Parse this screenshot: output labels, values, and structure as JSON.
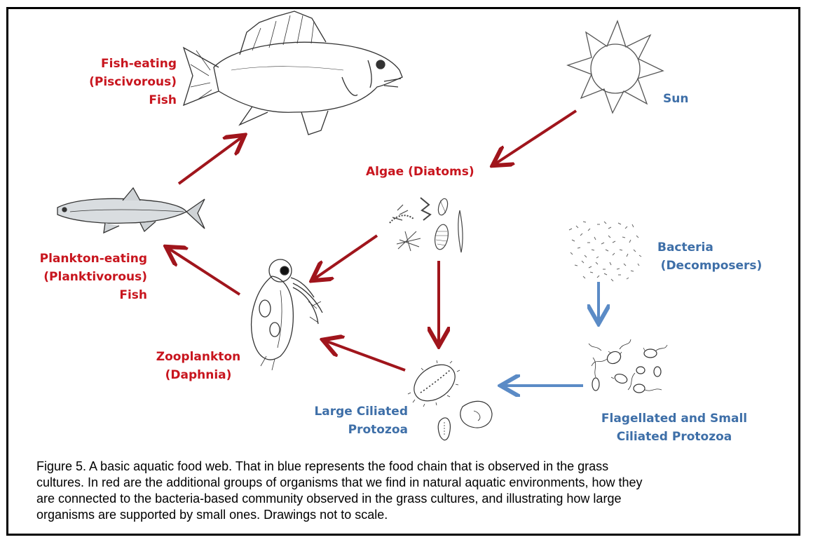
{
  "colors": {
    "red": "#c8151e",
    "blue": "#3e6fa8",
    "red_arrow": "#a0151c",
    "blue_arrow": "#5b8bc6"
  },
  "labels": {
    "sun": "Sun",
    "algae": "Algae (Diatoms)",
    "fish_eating": [
      "Fish-eating",
      "(Piscivorous)",
      "Fish"
    ],
    "plankton_eating": [
      "Plankton-eating",
      "(Planktivorous)",
      "Fish"
    ],
    "zooplankton": [
      "Zooplankton",
      "(Daphnia)"
    ],
    "bacteria": [
      "Bacteria",
      "(Decomposers)"
    ],
    "large_ciliated": [
      "Large Ciliated",
      "Protozoa"
    ],
    "flagellated": [
      "Flagellated and Small",
      "Ciliated Protozoa"
    ]
  },
  "icons": {
    "sun": "sun-icon",
    "predator_fish": "perch-fish-icon",
    "minnow": "minnow-fish-icon",
    "diatoms": "diatom-cluster-icon",
    "bacteria": "bacteria-cloud-icon",
    "daphnia": "daphnia-icon",
    "large_protozoa": "large-protozoa-icon",
    "small_protozoa": "small-protozoa-icon"
  },
  "caption": [
    "Figure 5. A basic aquatic food web. That in blue represents the food chain that is observed in the grass",
    "cultures. In red are the additional groups of organisms that we find in natural aquatic environments, how they",
    "are connected to the bacteria-based community observed in the grass cultures, and illustrating how large",
    "organisms are supported by small ones. Drawings not to scale."
  ]
}
